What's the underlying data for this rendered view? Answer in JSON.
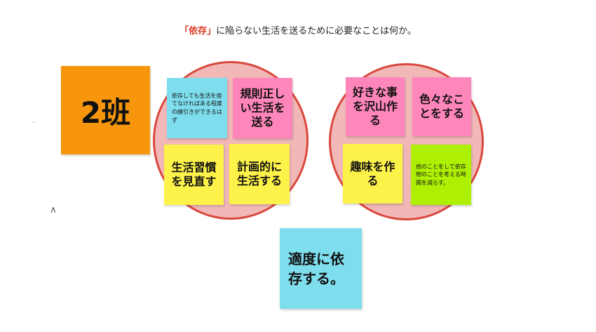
{
  "header": {
    "accent": "「依存」",
    "rest": "に陥らない生活を送るために必要なことは何か。"
  },
  "group": {
    "label": "2班"
  },
  "left_cluster": {
    "notes": [
      {
        "text": "依存しても生活を捨てなければある程度の線引きができるはず"
      },
      {
        "text": "規則正しい生活を送る"
      },
      {
        "text": "生活習慣を見直す"
      },
      {
        "text": "計画的に生活する"
      }
    ]
  },
  "right_cluster": {
    "notes": [
      {
        "text": "好きな事を沢山作る"
      },
      {
        "text": "色々なことをする"
      },
      {
        "text": "趣味を作る"
      },
      {
        "text": "他のことをして依存物のことを考える時間を減らす。"
      }
    ]
  },
  "conclusion": {
    "text": "適度に依存する。"
  },
  "misc": {
    "caret": "<"
  },
  "colors": {
    "header_accent": "#d9391f",
    "group_tag": "#f7960c",
    "circle_fill": "#f2b8b8",
    "circle_border": "#d9483c",
    "note_cyan": "#7fdeed",
    "note_pink": "#ff86ba",
    "note_yellow": "#fdf24a",
    "note_green": "#aef004"
  }
}
